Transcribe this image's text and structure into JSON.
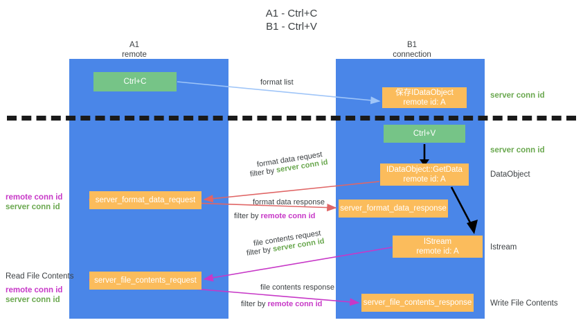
{
  "title": {
    "line1": "A1 - Ctrl+C",
    "line2": "B1 - Ctrl+V"
  },
  "colors": {
    "lane": "#4a86e8",
    "green_box": "#76c487",
    "orange_box": "#fbbc5c",
    "server_conn_id": "#6aa84f",
    "remote_conn_id": "#c738c7",
    "arrow_blue": "#9fc5f8",
    "arrow_red": "#e06666",
    "arrow_magenta": "#c738c7",
    "arrow_black": "#000000",
    "text": "#3c4043"
  },
  "lanes": [
    {
      "name": "A1",
      "sub": "remote"
    },
    {
      "name": "B1",
      "sub": "connection"
    }
  ],
  "boxes": {
    "ctrl_c": {
      "line1": "Ctrl+C"
    },
    "save_idataobject": {
      "line1": "保存IDataObject",
      "line2": "remote id: A"
    },
    "ctrl_v": {
      "line1": "Ctrl+V"
    },
    "getdata": {
      "line1": "IDataObject::GetData",
      "line2": "remote id: A"
    },
    "server_format_data_request": {
      "line1": "server_format_data_request"
    },
    "server_format_data_response": {
      "line1": "server_format_data_response"
    },
    "istream": {
      "line1": "IStream",
      "line2": "remote id: A"
    },
    "server_file_contents_request": {
      "line1": "server_file_contents_request"
    },
    "server_file_contents_response": {
      "line1": "server_file_contents_response"
    }
  },
  "edges": {
    "format_list": "format list",
    "format_data_request": "format data request",
    "format_data_request_filter_prefix": "filter by ",
    "format_data_request_filter_value": "server conn id",
    "format_data_response": "format data response",
    "format_data_response_filter_prefix": "filter by ",
    "format_data_response_filter_value": "remote conn id",
    "file_contents_request": "file contents request",
    "file_contents_request_filter_prefix": "filter by ",
    "file_contents_request_filter_value": "server conn id",
    "file_contents_response": "file contents response",
    "file_contents_response_filter_prefix": "filter by ",
    "file_contents_response_filter_value": "remote conn id"
  },
  "annotations": {
    "server_conn_id_top": "server conn id",
    "server_conn_id_mid": "server conn id",
    "dataobject": "DataObject",
    "istream": "Istream",
    "write_file_contents": "Write File Contents",
    "read_file_contents": "Read File Contents",
    "remote_conn_id": "remote conn id",
    "server_conn_id": "server conn id"
  }
}
